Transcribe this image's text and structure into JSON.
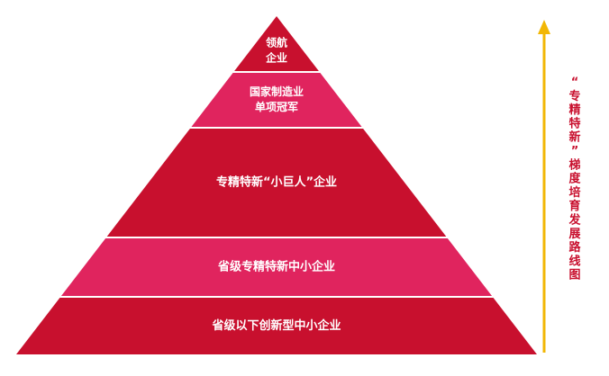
{
  "diagram": {
    "tiers": [
      {
        "lines": [
          "领航",
          "企业"
        ],
        "color": "#c8102e"
      },
      {
        "lines": [
          "国家制造业",
          "单项冠军"
        ],
        "color": "#e0245e"
      },
      {
        "lines": [
          "专精特新“小巨人”企业"
        ],
        "color": "#c8102e"
      },
      {
        "lines": [
          "省级专精特新中小企业"
        ],
        "color": "#e0245e"
      },
      {
        "lines": [
          "省级以下创新型中小企业"
        ],
        "color": "#c8102e"
      }
    ],
    "side_caption": {
      "chars": [
        "“",
        "专",
        "精",
        "特",
        "新",
        "”",
        "梯",
        "度",
        "培",
        "育",
        "发",
        "展",
        "路",
        "线",
        "图"
      ],
      "color": "#c8102e"
    },
    "arrow": {
      "color": "#f2b705",
      "direction": "up"
    }
  }
}
